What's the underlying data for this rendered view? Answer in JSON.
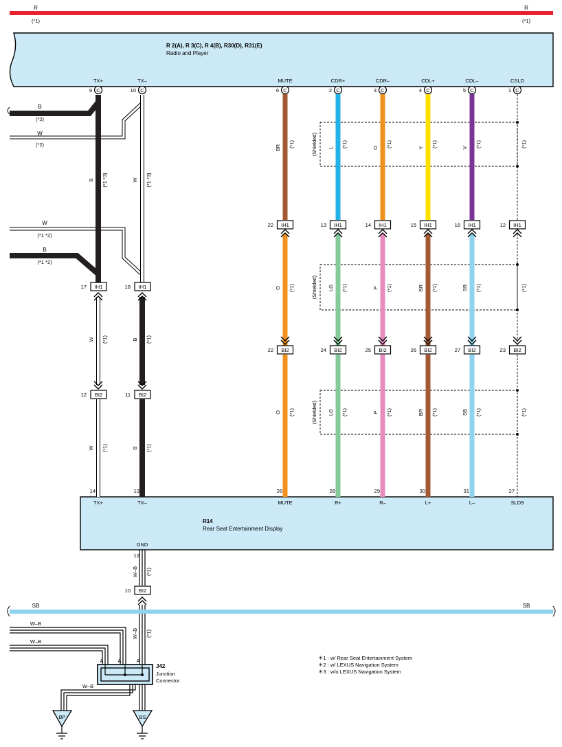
{
  "power_line": {
    "color_code": "R",
    "note": "(*1)",
    "hex": "#e8232f"
  },
  "radio": {
    "title": "R 2(A), R 3(C), R 4(B), R30(D), R31(E)",
    "subtitle": "Radio and Player",
    "pins": [
      {
        "num": "9",
        "label": "TX+",
        "conn": "C"
      },
      {
        "num": "10",
        "label": "TX–",
        "conn": "C"
      },
      {
        "num": "6",
        "label": "MUTE",
        "conn": "C"
      },
      {
        "num": "2",
        "label": "CDR+",
        "conn": "C"
      },
      {
        "num": "3",
        "label": "CDR–",
        "conn": "C"
      },
      {
        "num": "4",
        "label": "CDL+",
        "conn": "C"
      },
      {
        "num": "5",
        "label": "CDL–",
        "conn": "C"
      },
      {
        "num": "1",
        "label": "CSLD",
        "conn": "C"
      }
    ]
  },
  "left_feeds": [
    {
      "color": "B",
      "note": "(*2)"
    },
    {
      "color": "W",
      "note": "(*2)"
    },
    {
      "color": "W",
      "note": "(*1 *2)"
    },
    {
      "color": "B",
      "note": "(*1 *2)"
    }
  ],
  "tx_wires": {
    "upper_plus": {
      "color": "B",
      "note": "(*1 *3)"
    },
    "upper_minus": {
      "color": "W",
      "note": "(*1 *3)"
    },
    "mid_plus": {
      "color": "W",
      "note": "(*1)"
    },
    "mid_minus": {
      "color": "B",
      "note": "(*1)"
    },
    "low_plus": {
      "color": "W",
      "note": "(*1)"
    },
    "low_minus": {
      "color": "B",
      "note": "(*1)"
    }
  },
  "tx_connectors": {
    "ih1_plus": {
      "num": "17",
      "name": "IH1"
    },
    "ih1_minus": {
      "num": "18",
      "name": "IH1"
    },
    "bi2_plus": {
      "num": "12",
      "name": "BI2"
    },
    "bi2_minus": {
      "num": "11",
      "name": "BI2"
    }
  },
  "shield_label": "(Shielded)",
  "note_tag": "(*1)",
  "audio_upper_colors": [
    "BR",
    "L",
    "O",
    "Y",
    "V",
    ""
  ],
  "audio_mid_colors": [
    "O",
    "LG",
    "P",
    "BR",
    "SB",
    ""
  ],
  "audio_low_colors": [
    "O",
    "LG",
    "P",
    "BR",
    "SB",
    ""
  ],
  "ih1_row": [
    {
      "num": "22",
      "name": "IH1"
    },
    {
      "num": "13",
      "name": "IH1"
    },
    {
      "num": "14",
      "name": "IH1"
    },
    {
      "num": "15",
      "name": "IH1"
    },
    {
      "num": "16",
      "name": "IH1"
    },
    {
      "num": "12",
      "name": "IH1"
    }
  ],
  "bi2_row": [
    {
      "num": "22",
      "name": "BI2"
    },
    {
      "num": "24",
      "name": "BI2"
    },
    {
      "num": "25",
      "name": "BI2"
    },
    {
      "num": "26",
      "name": "BI2"
    },
    {
      "num": "27",
      "name": "BI2"
    },
    {
      "num": "23",
      "name": "BI2"
    }
  ],
  "r14": {
    "code": "R14",
    "name": "Rear Seat Entertainment Display",
    "pins": [
      {
        "num": "14",
        "label": "TX+"
      },
      {
        "num": "13",
        "label": "TX–"
      },
      {
        "num": "26",
        "label": "MUTE"
      },
      {
        "num": "28",
        "label": "R+"
      },
      {
        "num": "29",
        "label": "R–"
      },
      {
        "num": "30",
        "label": "L+"
      },
      {
        "num": "31",
        "label": "L–"
      },
      {
        "num": "27",
        "label": "SLD9"
      }
    ],
    "gnd_label": "GND",
    "gnd_pin": "12"
  },
  "gnd_wire": {
    "upper_color": "W–B",
    "upper_note": "(*1)",
    "conn_num": "10",
    "conn_name": "BI2",
    "lower_color": "W–B",
    "lower_note": "(*1)"
  },
  "sb_line": {
    "color_code": "SB",
    "hex": "#8fd3f0"
  },
  "ground_feeds": [
    {
      "color": "W–B"
    },
    {
      "color": "W–B"
    }
  ],
  "junction": {
    "code": "J42",
    "name_line1": "Junction",
    "name_line2": "Connector",
    "pins": [
      "A",
      "A",
      "A"
    ],
    "out_color": "W–B"
  },
  "grounds": [
    {
      "label": "BP"
    },
    {
      "label": "BS"
    }
  ],
  "legend": [
    "＊1 : w/ Rear Seat Entertainment System",
    "＊2 : w/ LEXUS Navigation System",
    "＊3 : w/o LEXUS Navigation System"
  ],
  "colors": {
    "box_fill": "#cce9f7",
    "brown": "#a35a33",
    "blue": "#23b1e6",
    "orange": "#f0901e",
    "yellow": "#ffe000",
    "violet": "#7b3396",
    "light_green": "#86c99a",
    "pink": "#e98bbf",
    "sky_blue": "#8fd3f0",
    "black": "#231f20"
  }
}
